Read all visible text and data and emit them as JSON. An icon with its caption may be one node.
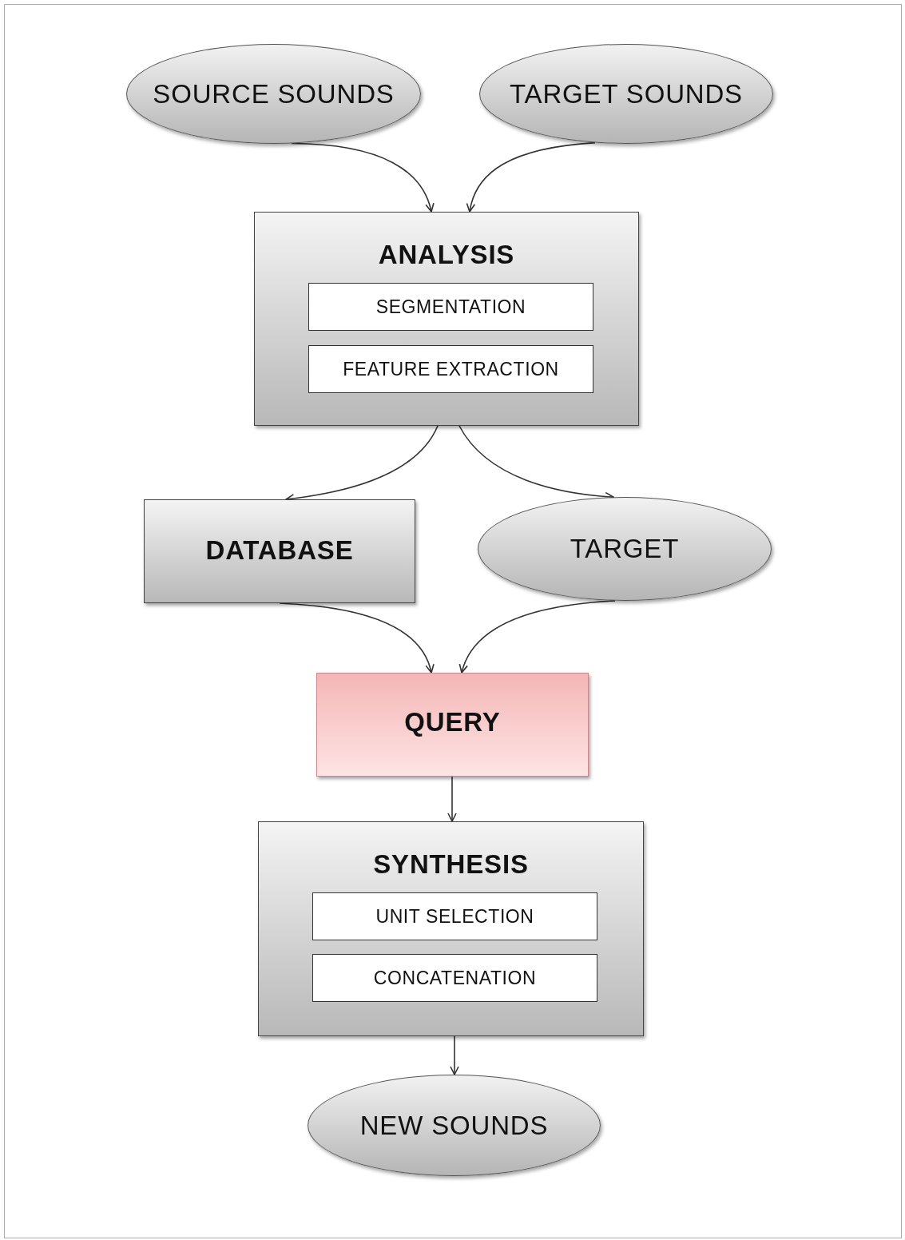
{
  "diagram": {
    "nodes": [
      {
        "text": [
          "SOURCE SOUNDS"
        ]
      },
      {
        "text": [
          "TARGET SOUNDS"
        ]
      },
      {
        "text": [
          "ANALYSIS"
        ]
      },
      {
        "text": [
          "SEGMENTATION"
        ],
        "in": 2
      },
      {
        "text": [
          "FEATURE EXTRACTION"
        ],
        "in": 2
      },
      {
        "text": [
          "DATABASE"
        ]
      },
      {
        "text": [
          "TARGET"
        ]
      },
      {
        "text": [
          "QUERY"
        ]
      },
      {
        "text": [
          "SYNTHESIS"
        ]
      },
      {
        "text": [
          "UNIT SELECTION"
        ],
        "in": 8
      },
      {
        "text": [
          "CONCATENATION"
        ],
        "in": 8
      },
      {
        "text": [
          "NEW SOUNDS"
        ]
      }
    ],
    "edges": [
      {
        "from": 0,
        "to": 2,
        "arrow": "to"
      },
      {
        "from": 1,
        "to": 2,
        "arrow": "to"
      },
      {
        "from": 2,
        "to": 5,
        "arrow": "to"
      },
      {
        "from": 2,
        "to": 6,
        "arrow": "to"
      },
      {
        "from": 5,
        "to": 7,
        "arrow": "to"
      },
      {
        "from": 6,
        "to": 7,
        "arrow": "to"
      },
      {
        "from": 7,
        "to": 8,
        "arrow": "to"
      },
      {
        "from": 8,
        "to": 11,
        "arrow": "to"
      }
    ]
  }
}
